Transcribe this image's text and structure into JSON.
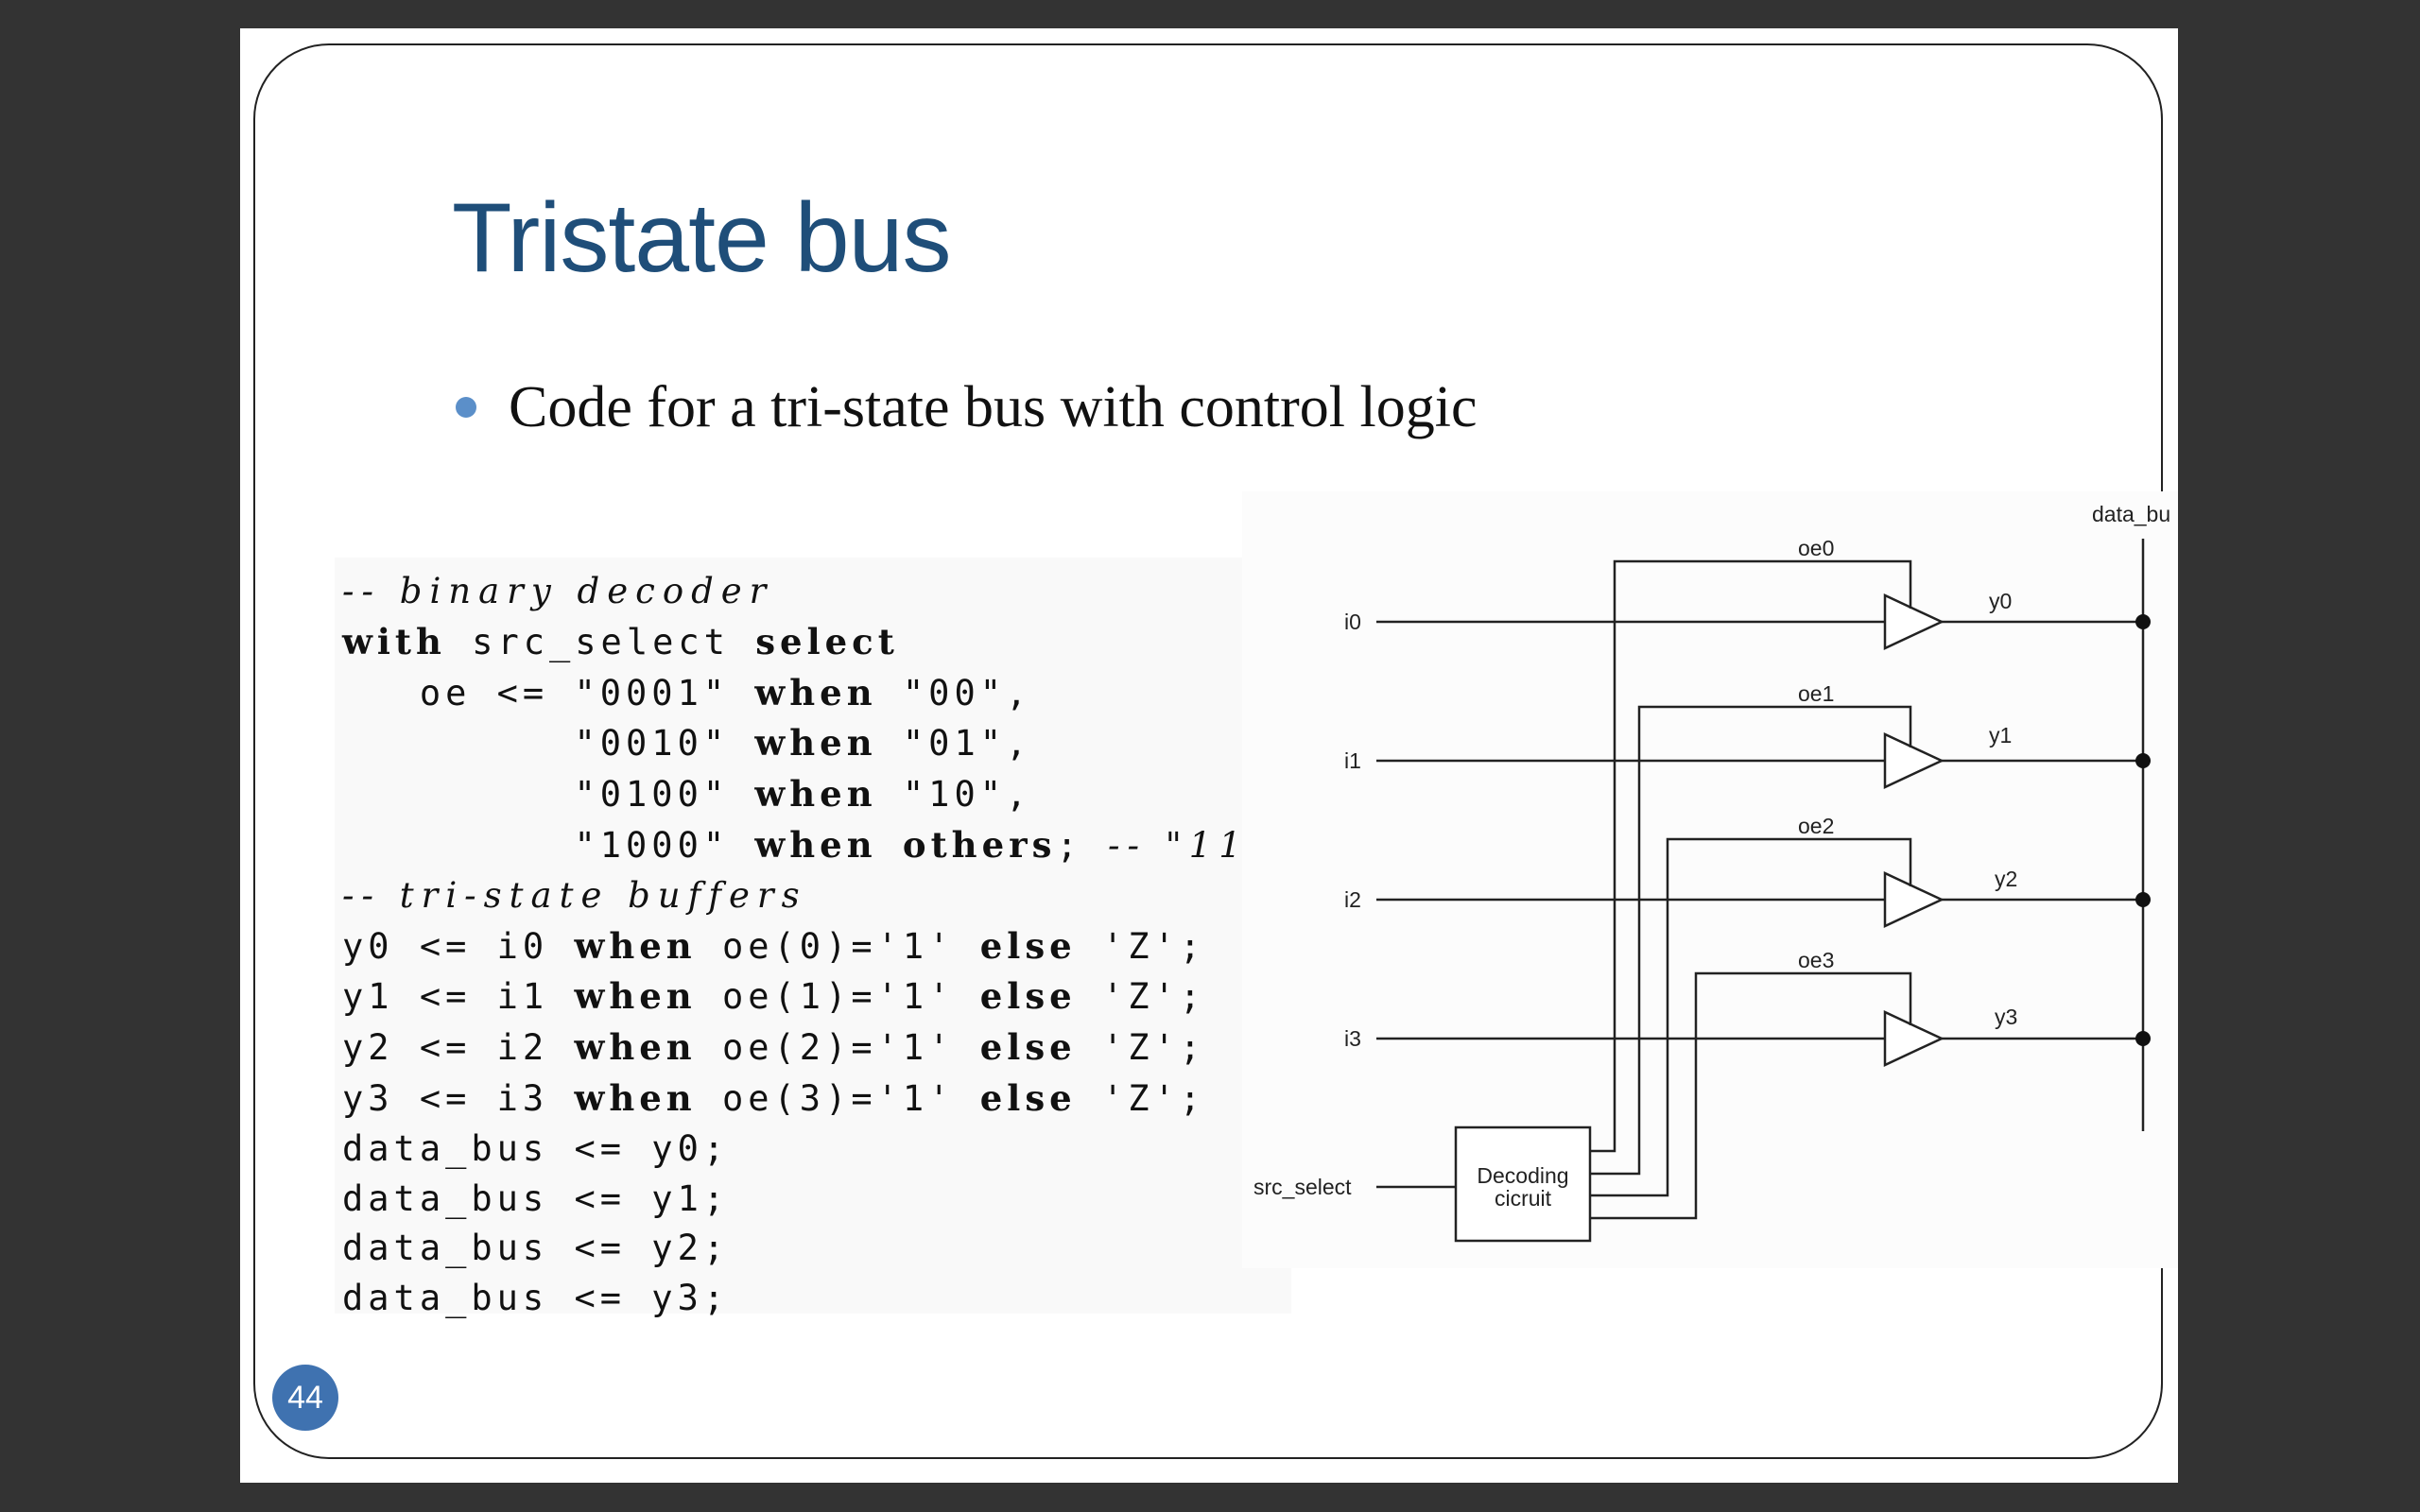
{
  "slide": {
    "title": "Tristate bus",
    "bullet": "Code for a tri-state bus with control logic",
    "page_number": "44"
  },
  "code": {
    "lines": [
      [
        {
          "t": "-- binary decoder",
          "s": "cm"
        }
      ],
      [
        {
          "t": "with",
          "s": "kw"
        },
        {
          "t": " src_select "
        },
        {
          "t": "select",
          "s": "kw"
        }
      ],
      [
        {
          "t": "   oe <= \"0001\" "
        },
        {
          "t": "when",
          "s": "kw"
        },
        {
          "t": " \"00\","
        }
      ],
      [
        {
          "t": "         \"0010\" "
        },
        {
          "t": "when",
          "s": "kw"
        },
        {
          "t": " \"01\","
        }
      ],
      [
        {
          "t": "         \"0100\" "
        },
        {
          "t": "when",
          "s": "kw"
        },
        {
          "t": " \"10\","
        }
      ],
      [
        {
          "t": "         \"1000\" "
        },
        {
          "t": "when",
          "s": "kw"
        },
        {
          "t": " "
        },
        {
          "t": "others",
          "s": "kw"
        },
        {
          "t": "; "
        },
        {
          "t": "-- \"11",
          "s": "cm"
        }
      ],
      [
        {
          "t": "-- tri-state buffers",
          "s": "cm"
        }
      ],
      [
        {
          "t": "y0 <= i0 "
        },
        {
          "t": "when",
          "s": "kw"
        },
        {
          "t": " oe(0)='1' "
        },
        {
          "t": "else",
          "s": "kw"
        },
        {
          "t": " 'Z';"
        }
      ],
      [
        {
          "t": "y1 <= i1 "
        },
        {
          "t": "when",
          "s": "kw"
        },
        {
          "t": " oe(1)='1' "
        },
        {
          "t": "else",
          "s": "kw"
        },
        {
          "t": " 'Z';"
        }
      ],
      [
        {
          "t": "y2 <= i2 "
        },
        {
          "t": "when",
          "s": "kw"
        },
        {
          "t": " oe(2)='1' "
        },
        {
          "t": "else",
          "s": "kw"
        },
        {
          "t": " 'Z';"
        }
      ],
      [
        {
          "t": "y3 <= i3 "
        },
        {
          "t": "when",
          "s": "kw"
        },
        {
          "t": " oe(3)='1' "
        },
        {
          "t": "else",
          "s": "kw"
        },
        {
          "t": " 'Z';"
        }
      ],
      [
        {
          "t": "data_bus <= y0;"
        }
      ],
      [
        {
          "t": "data_bus <= y1;"
        }
      ],
      [
        {
          "t": "data_bus <= y2;"
        }
      ],
      [
        {
          "t": "data_bus <= y3;"
        }
      ]
    ]
  },
  "diagram": {
    "bus_label": "data_bu",
    "inputs": [
      "i0",
      "i1",
      "i2",
      "i3"
    ],
    "enables": [
      "oe0",
      "oe1",
      "oe2",
      "oe3"
    ],
    "outputs": [
      "y0",
      "y1",
      "y2",
      "y3"
    ],
    "select_label": "src_select",
    "decoder_label_line1": "Decoding",
    "decoder_label_line2": "cicruit"
  },
  "colors": {
    "background": "#333333",
    "slide": "#ffffff",
    "title": "#1f4e79",
    "bullet": "#5b8fc9",
    "page_badge": "#3f72b0"
  }
}
